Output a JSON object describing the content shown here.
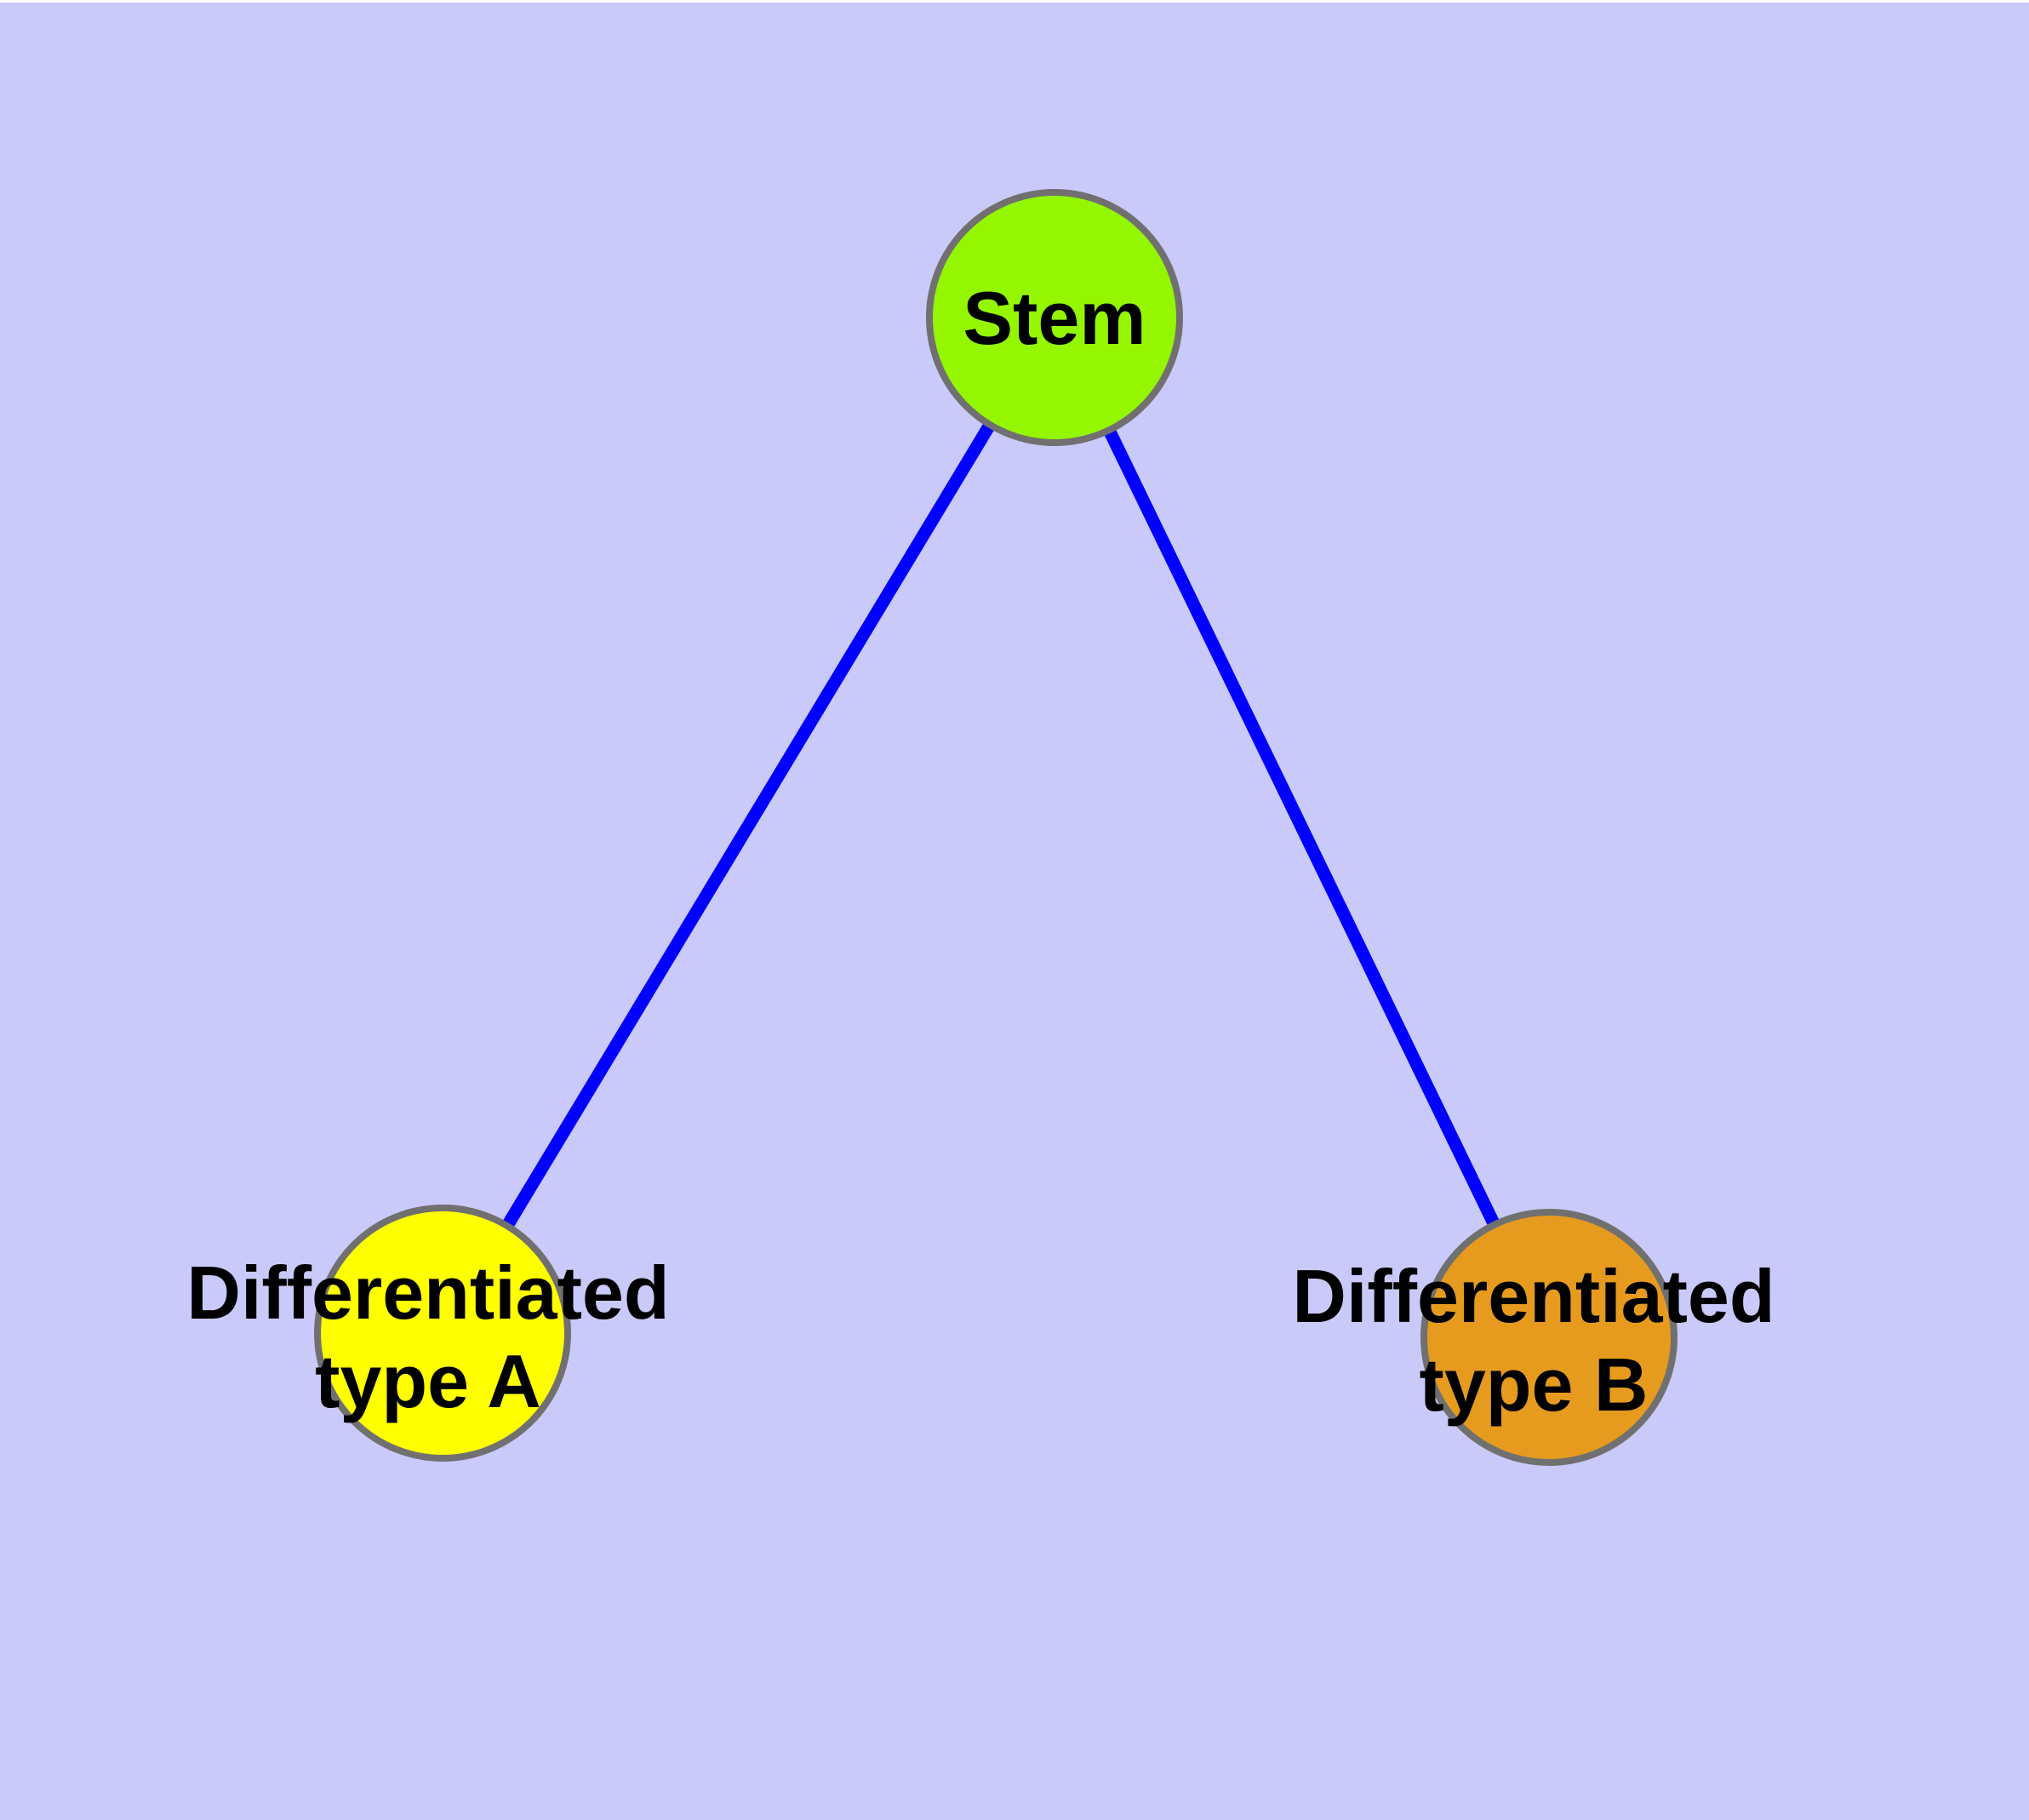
{
  "diagram": {
    "background_color": "#CACAFA",
    "edge_color": "#0000FF",
    "node_border_color": "#707070",
    "label_color": "#000000",
    "nodes": {
      "stem": {
        "label": "Stem",
        "fill": "#94F600"
      },
      "type_a": {
        "label_line1": "Differentiated",
        "label_line2": "type A",
        "fill": "#FFFF00"
      },
      "type_b": {
        "label_line1": "Differentiated",
        "label_line2": "type B",
        "fill": "#E69B1E"
      }
    },
    "edges": [
      {
        "from": "Stem",
        "to": "Differentiated type A"
      },
      {
        "from": "Stem",
        "to": "Differentiated type B"
      }
    ]
  }
}
